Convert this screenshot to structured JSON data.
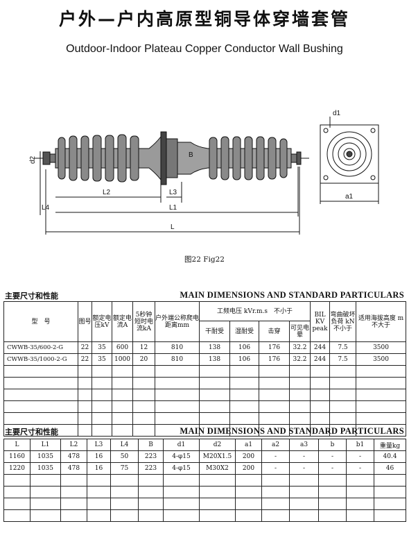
{
  "header": {
    "title_cn": "户外—户内高原型铜导体穿墙套管",
    "title_en": "Outdoor-Indoor Plateau Copper Conductor Wall Bushing"
  },
  "figure": {
    "labels": {
      "d2": "d2",
      "L2": "L2",
      "L3": "L3",
      "B": "B",
      "L4": "L4",
      "L1": "L1",
      "L": "L",
      "d1": "d1",
      "a1": "a1"
    },
    "caption": "图22 Fig22"
  },
  "section1": {
    "title_cn": "主要尺寸和性能",
    "title_en": "MAIN DIMENSIONS AND STANDARD PARTICULARS",
    "headers": {
      "model": "型　号",
      "fig_no": "图号",
      "rated_voltage": "额定电压kV",
      "rated_current": "额定电流A",
      "short_time_current": "5秒钟短时电流kA",
      "creepage": "户外端公称爬电距离mm",
      "power_freq": "工频电压 kVr.m.s　不小于",
      "dry": "干耐受",
      "wet": "湿耐受",
      "breakdown": "击穿",
      "visible_corona": "可见电晕",
      "bil": "BIL KV peak",
      "bending": "弯曲破坏负荷 kN 不小于",
      "altitude": "适用海拔高度 m 不大于"
    },
    "rows": [
      [
        "CWWB-35/600-2-G",
        "22",
        "35",
        "600",
        "12",
        "810",
        "138",
        "106",
        "176",
        "32.2",
        "244",
        "7.5",
        "3500"
      ],
      [
        "CWWB-35/1000-2-G",
        "22",
        "35",
        "1000",
        "20",
        "810",
        "138",
        "106",
        "176",
        "32.2",
        "244",
        "7.5",
        "3500"
      ]
    ],
    "empty_rows": 6
  },
  "section2": {
    "title_cn": "主要尺寸和性能",
    "title_en": "MAIN DIMENSIONS AND STANDARD PARTICULARS",
    "headers": [
      "L",
      "L1",
      "L2",
      "L3",
      "L4",
      "B",
      "d1",
      "d2",
      "a1",
      "a2",
      "a3",
      "b",
      "b1",
      "重量kg"
    ],
    "rows": [
      [
        "1160",
        "1035",
        "478",
        "16",
        "50",
        "223",
        "4-φ15",
        "M20X1.5",
        "200",
        "-",
        "-",
        "-",
        "-",
        "40.4"
      ],
      [
        "1220",
        "1035",
        "478",
        "16",
        "75",
        "223",
        "4-φ15",
        "M30X2",
        "200",
        "-",
        "-",
        "-",
        "-",
        "46"
      ]
    ],
    "empty_rows": 4
  }
}
